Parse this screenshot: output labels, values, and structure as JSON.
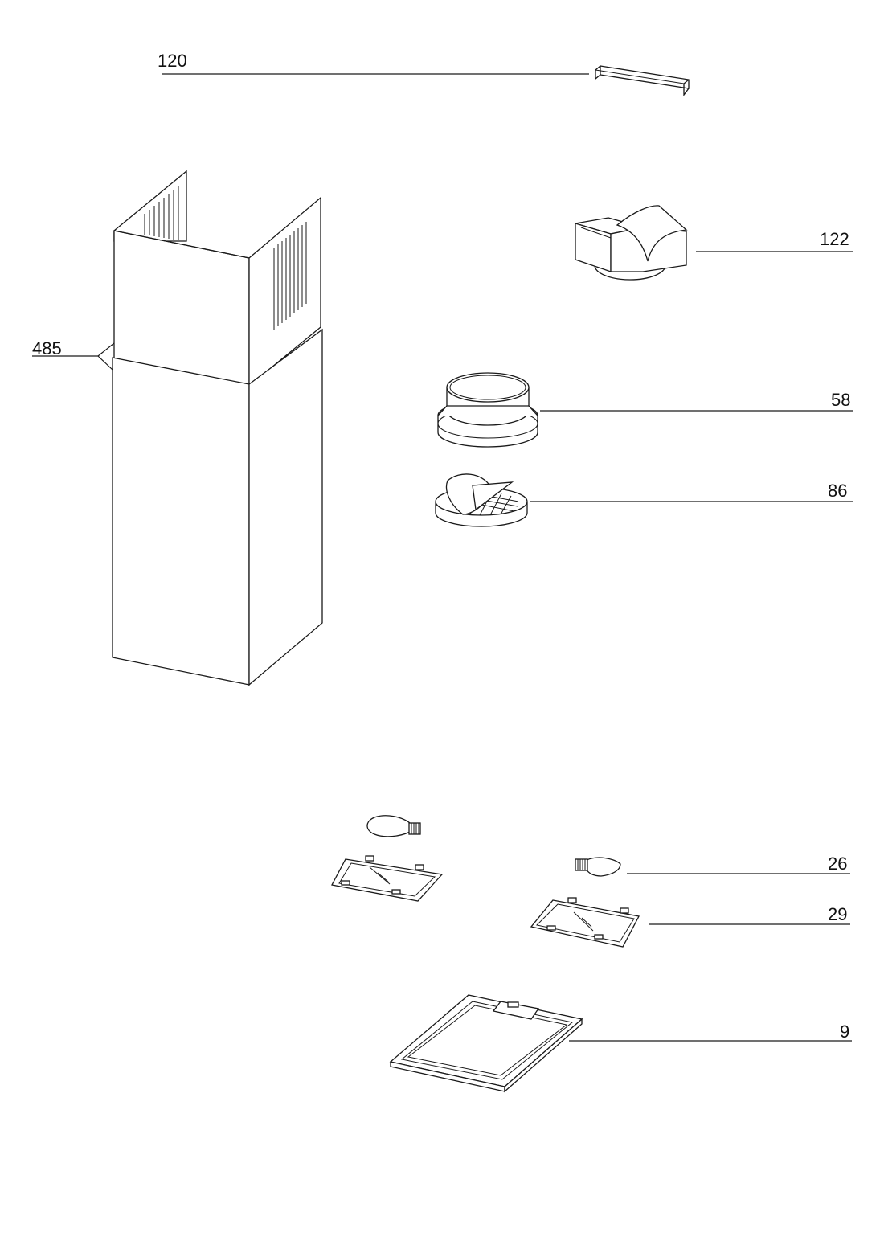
{
  "parts": [
    {
      "number": "120",
      "name": "bracket"
    },
    {
      "number": "485",
      "name": "chimney"
    },
    {
      "number": "122",
      "name": "air-deflector"
    },
    {
      "number": "58",
      "name": "duct-adapter"
    },
    {
      "number": "86",
      "name": "non-return-valve"
    },
    {
      "number": "26",
      "name": "bulb"
    },
    {
      "number": "29",
      "name": "lamp-cover"
    },
    {
      "number": "9",
      "name": "grease-filter"
    }
  ]
}
